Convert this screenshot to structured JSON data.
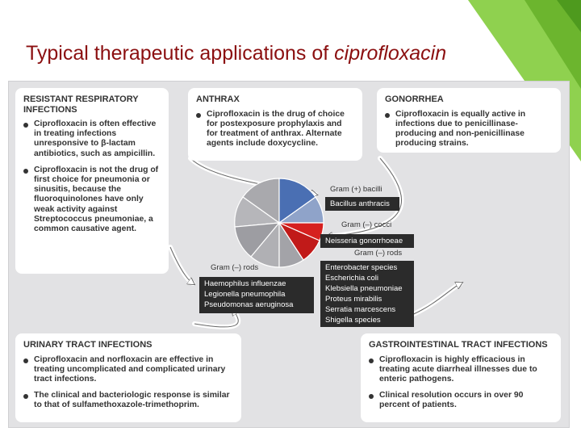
{
  "title": {
    "prefix": "Typical therapeutic applications of ",
    "drug": "ciprofloxacin"
  },
  "panels": {
    "respiratory": {
      "heading": "RESISTANT RESPIRATORY INFECTIONS",
      "items": [
        "Ciprofloxacin is often effective in treating infections unresponsive to β-lactam antibiotics, such as ampicillin.",
        "Ciprofloxacin is not the drug of first choice for pneumonia or sinusitis, because the fluoroquinolones have only weak activity against Streptococcus pneumoniae, a common causative agent."
      ]
    },
    "anthrax": {
      "heading": "ANTHRAX",
      "items": [
        "Ciprofloxacin is the drug of choice for postexposure prophylaxis and for treatment of anthrax. Alternate agents include doxycycline."
      ]
    },
    "gonorrhea": {
      "heading": "GONORRHEA",
      "items": [
        "Ciprofloxacin is equally active in infections due to penicillinase-producing and non-penicillinase producing strains."
      ]
    },
    "urinary": {
      "heading": "URINARY TRACT INFECTIONS",
      "items": [
        "Ciprofloxacin and norfloxacin are effective in treating uncomplicated and complicated urinary tract infections.",
        "The clinical and bacteriologic response is similar to that of sulfamethoxazole-trimethoprim."
      ]
    },
    "gi": {
      "heading": "GASTROINTESTINAL TRACT INFECTIONS",
      "items": [
        "Ciprofloxacin is highly efficacious in treating acute diarrheal illnesses due to enteric pathogens.",
        "Clinical resolution occurs in over 90 percent of patients."
      ]
    }
  },
  "groups": {
    "gram_pos_bacilli": {
      "label": "Gram (+) bacilli",
      "organisms": [
        "Bacillus anthracis"
      ]
    },
    "gram_neg_cocci": {
      "label": "Gram (–) cocci",
      "organisms": [
        "Neisseria gonorrhoeae"
      ]
    },
    "gram_neg_rods_left": {
      "label": "Gram (–) rods",
      "organisms": [
        "Haemophilus influenzae",
        "Legionella pneumophila",
        "Pseudomonas aeruginosa"
      ]
    },
    "gram_neg_rods_right": {
      "label": "Gram (–) rods",
      "organisms": [
        "Enterobacter species",
        "Escherichia coli",
        "Klebsiella pneumoniae",
        "Proteus mirabilis",
        "Serratia marcescens",
        "Shigella species"
      ]
    }
  },
  "colors": {
    "title": "#8b0f10",
    "accent_green": "#7cc23a",
    "pie_red": "#d6201f",
    "pie_blue": "#4a6fb3",
    "pie_gray": "#a9a9ad"
  }
}
